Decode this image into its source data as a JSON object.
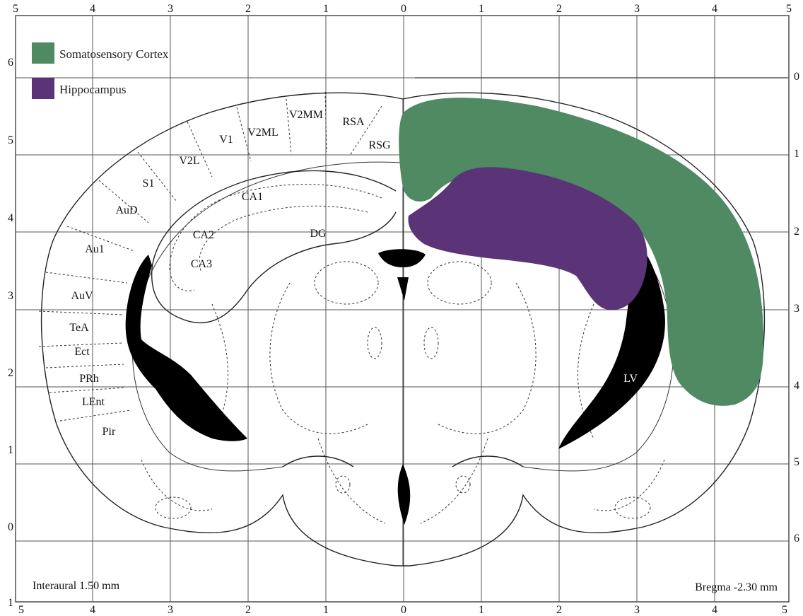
{
  "top_ticks": [
    "5",
    "4",
    "3",
    "2",
    "1",
    "0",
    "1",
    "2",
    "3",
    "4",
    "5"
  ],
  "bottom_ticks": [
    "5",
    "4",
    "3",
    "2",
    "1",
    "0",
    "1",
    "2",
    "3",
    "4",
    "5"
  ],
  "left_ticks": [
    "6",
    "5",
    "4",
    "3",
    "2",
    "1",
    "0",
    "1"
  ],
  "right_ticks": [
    "0",
    "1",
    "2",
    "3",
    "4",
    "5",
    "6"
  ],
  "legend": [
    {
      "label": "Somatosensory Cortex",
      "color": "#4f8a63"
    },
    {
      "label": "Hippocampus",
      "color": "#5b3478"
    }
  ],
  "regions": {
    "rsa": "RSA",
    "rsg": "RSG",
    "v2mm": "V2MM",
    "v2ml": "V2ML",
    "v1": "V1",
    "v2l": "V2L",
    "s1": "S1",
    "aud": "AuD",
    "au1": "Au1",
    "auv": "AuV",
    "tea": "TeA",
    "ect": "Ect",
    "prh": "PRh",
    "lent": "LEnt",
    "pir": "Pir",
    "ca1": "CA1",
    "ca2": "CA2",
    "ca3": "CA3",
    "dg": "DG",
    "lv": "LV"
  },
  "footer": {
    "interaural": "Interaural 1.50 mm",
    "bregma": "Bregma -2.30 mm"
  },
  "colors": {
    "somatosensory": "#4f8a63",
    "hippocampus": "#5b3478",
    "ventricle": "#000000"
  }
}
